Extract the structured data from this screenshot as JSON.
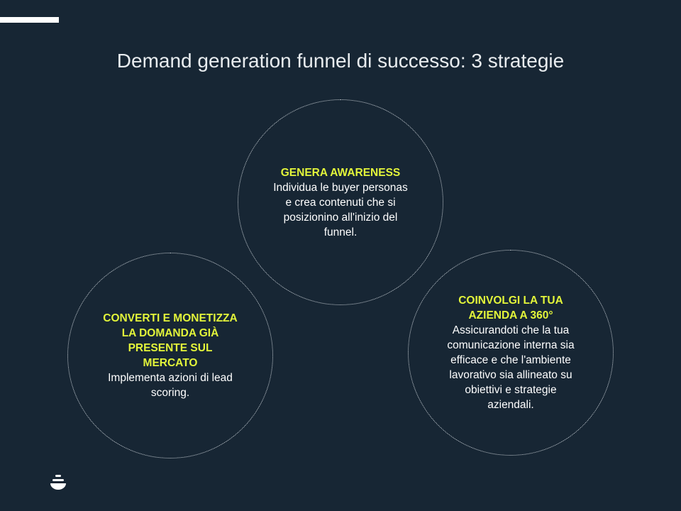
{
  "title": "Demand generation funnel di successo: 3 strategie",
  "strategies": [
    {
      "heading": "GENERA AWARENESS",
      "body": "Individua le buyer personas e crea contenuti che si posizionino all'inizio del funnel."
    },
    {
      "heading": "CONVERTI E MONETIZZA LA DOMANDA GIÀ PRESENTE SUL MERCATO",
      "body": "Implementa azioni di lead scoring."
    },
    {
      "heading": "COINVOLGI LA TUA AZIENDA A 360°",
      "body": "Assicurandoti che la tua comunicazione interna sia efficace e che l'ambiente lavorativo sia allineato su obiettivi e strategie aziendali."
    }
  ],
  "colors": {
    "background": "#172634",
    "accent": "#e3f53a"
  }
}
